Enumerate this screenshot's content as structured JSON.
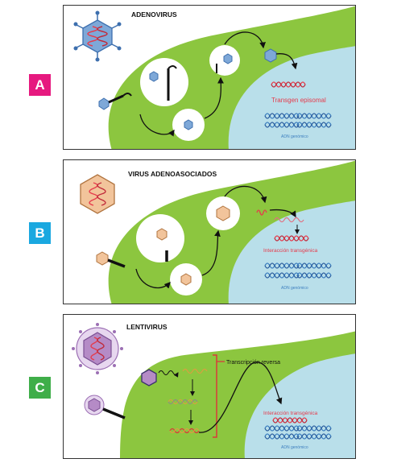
{
  "panels": {
    "a": {
      "letter": "A",
      "title": "ADENOVIRUS",
      "transgene": "Transgen episomal",
      "genome": "ADN genómico"
    },
    "b": {
      "letter": "B",
      "title": "VIRUS ADENOASOCIADOS",
      "transgene": "Interacción transgénica",
      "genome": "ADN genómico"
    },
    "c": {
      "letter": "C",
      "title": "LENTIVIRUS",
      "reverse": "Transcripción reversa",
      "transgene": "Interacción transgénica",
      "genome": "ADN genómico"
    }
  },
  "colors": {
    "badge_a": "#e6197f",
    "badge_b": "#1aa8e0",
    "badge_c": "#3fae49",
    "cytoplasm": "#8cc63f",
    "nucleus": "#b9dfea",
    "transgene": "#e63a4b",
    "genome": "#3d7fbf",
    "adenovirus": "#7ea8d8",
    "aav": "#f2c49b",
    "lentivirus": "#b58bc6"
  }
}
